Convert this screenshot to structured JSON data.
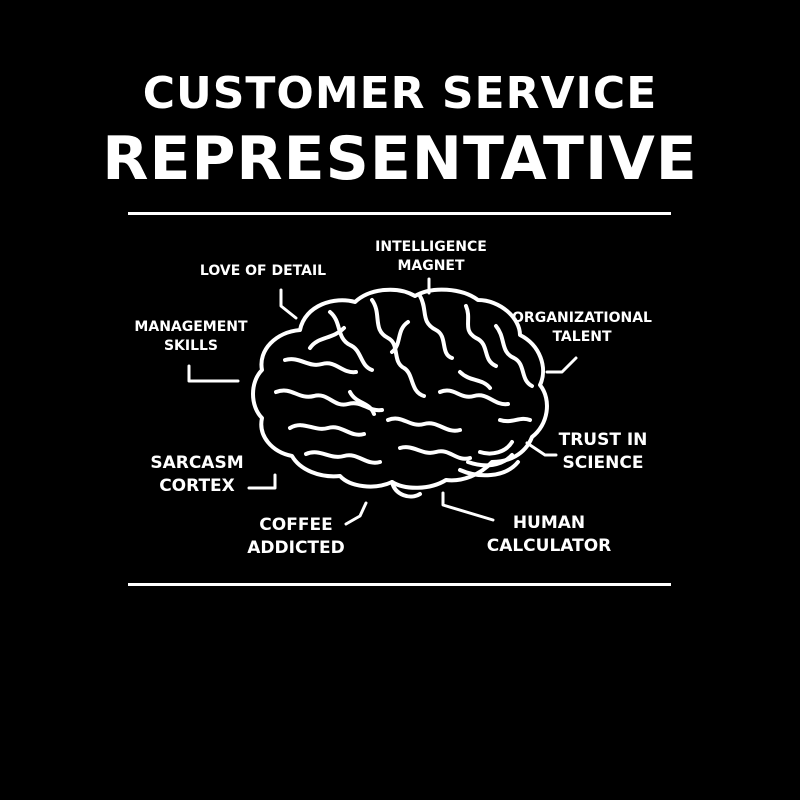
{
  "title": {
    "line1": "CUSTOMER SERVICE",
    "line2": "REPRESENTATIVE"
  },
  "labels": {
    "intelligence_magnet": [
      "INTELLIGENCE",
      "MAGNET"
    ],
    "love_of_detail": [
      "LOVE OF DETAIL"
    ],
    "management_skills": [
      "MANAGEMENT",
      "SKILLS"
    ],
    "organizational_talent": [
      "ORGANIZATIONAL",
      "TALENT"
    ],
    "trust_in_science": [
      "TRUST IN",
      "SCIENCE"
    ],
    "sarcasm_cortex": [
      "SARCASM",
      "CORTEX"
    ],
    "coffee_addicted": [
      "COFFEE",
      "ADDICTED"
    ],
    "human_calculator": [
      "HUMAN",
      "CALCULATOR"
    ]
  },
  "colors": {
    "background": "#000000",
    "foreground": "#ffffff"
  },
  "icons": {
    "brain": "brain-icon"
  }
}
